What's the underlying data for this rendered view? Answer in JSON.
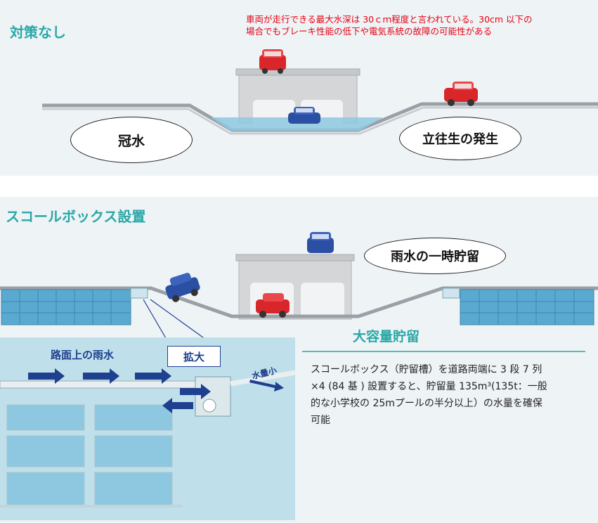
{
  "top": {
    "title": "対策なし",
    "note_line1": "車両が走行できる最大水深は 30ｃｍ程度と言われている。30cm 以下の",
    "note_line2": "場合でもブレーキ性能の低下や電気系統の故障の可能性がある",
    "oval_left": "冠水",
    "oval_right": "立往生の発生"
  },
  "bottom": {
    "title": "スコールボックス設置",
    "oval": "雨水の一時貯留",
    "storage_label": "大容量貯留",
    "desc_line1": "スコールボックス（貯留槽）を道路両端に 3 段 7 列",
    "desc_line2": "×4 (84 基 ) 設置すると、貯留量 135m³(135t：一般",
    "desc_line3": "的な小学校の 25mプールの半分以上）の水量を確保",
    "desc_line4": "可能",
    "zoom_label": "拡大",
    "rain_label": "路面上の雨水",
    "flow_label": "水量小"
  },
  "colors": {
    "title": "#2ba7a6",
    "note": "#e60012",
    "car_red": "#d9262b",
    "car_blue": "#2b4fa3",
    "water": "#8ec8e0",
    "box": "#5aa9d0",
    "arrow": "#1f3f8f"
  }
}
